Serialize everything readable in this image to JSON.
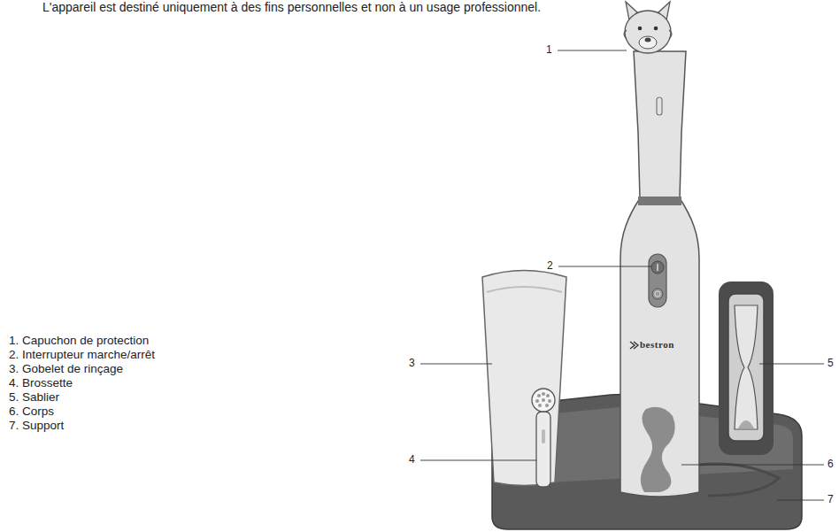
{
  "diagram": {
    "labels": [
      "L'appareil est destiné uniquement à des fins personnelles et non à un usage professionnel.",
      "1. Capuchon de protection",
      "2. Interrupteur marche/arrêt",
      "3. Gobelet de rinçage",
      "4. Brossette",
      "5. Sablier",
      "6. Corps",
      "7. Support",
      "1",
      "2",
      "3",
      "4",
      "5",
      "6",
      "7",
      "bestron"
    ]
  }
}
